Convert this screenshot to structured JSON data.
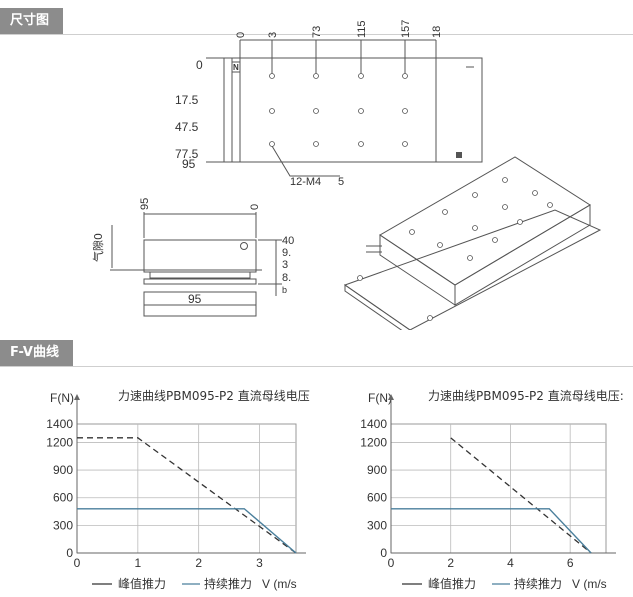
{
  "sections": {
    "dimensions_title": "尺寸图",
    "fv_title": "F-V曲线"
  },
  "drawing": {
    "top_dims": [
      "0",
      "3",
      "73",
      "115",
      "157",
      "18"
    ],
    "left_dims": [
      "0",
      "17.5",
      "47.5",
      "77.5",
      "95"
    ],
    "mark_n": "N",
    "hole_callout": "12-M4",
    "hole_depth": "5",
    "side_top_dims": [
      "95",
      "0"
    ],
    "air_gap": "气隙0",
    "right_dims": [
      "40",
      "9.",
      "3",
      "8.",
      "b"
    ],
    "bottom_dim": "95"
  },
  "chart_data": [
    {
      "type": "line",
      "title": "力速曲线PBM095-P2 直流母线电压:",
      "ylabel": "F(N)",
      "xlabel": "V (m/s",
      "ylim": [
        0,
        1400
      ],
      "xlim": [
        0,
        3.6
      ],
      "yticks": [
        0,
        300,
        600,
        900,
        1200,
        1400
      ],
      "xticks": [
        0,
        1,
        2,
        3
      ],
      "grid": true,
      "legend": [
        "峰值推力",
        "持续推力"
      ],
      "series": [
        {
          "name": "峰值推力",
          "style": "dashed",
          "color": "#333333",
          "x": [
            0,
            1,
            3.6
          ],
          "y": [
            1250,
            1250,
            0
          ]
        },
        {
          "name": "持续推力",
          "style": "solid",
          "color": "#4a7f9c",
          "x": [
            0,
            2.75,
            3.6
          ],
          "y": [
            480,
            480,
            0
          ]
        }
      ]
    },
    {
      "type": "line",
      "title": "力速曲线PBM095-P2 直流母线电压:",
      "ylabel": "F(N)",
      "xlabel": "V (m/s",
      "ylim": [
        0,
        1400
      ],
      "xlim": [
        0,
        7.2
      ],
      "yticks": [
        0,
        300,
        600,
        900,
        1200,
        1400
      ],
      "xticks": [
        0,
        2,
        4,
        6
      ],
      "grid": true,
      "legend": [
        "峰值推力",
        "持续推力"
      ],
      "series": [
        {
          "name": "峰值推力",
          "style": "dashed",
          "color": "#333333",
          "x": [
            2,
            6.7
          ],
          "y": [
            1250,
            0
          ]
        },
        {
          "name": "持续推力",
          "style": "solid",
          "color": "#4a7f9c",
          "x": [
            0,
            3.7,
            5.3,
            6.7
          ],
          "y": [
            480,
            480,
            480,
            0
          ]
        }
      ]
    }
  ]
}
